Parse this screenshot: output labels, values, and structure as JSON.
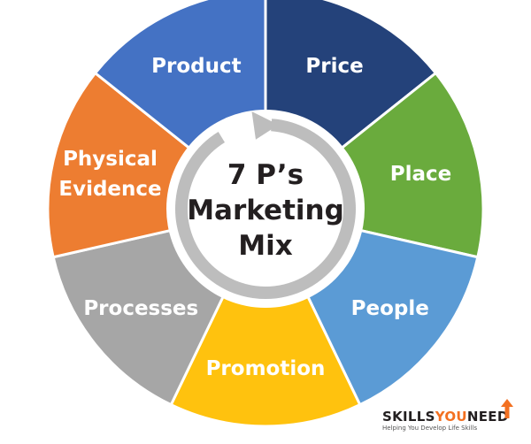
{
  "center": {
    "line1": "7 P’s",
    "line2": "Marketing",
    "line3": "Mix"
  },
  "segments": [
    {
      "label_lines": [
        "Price"
      ],
      "color": "#24427a"
    },
    {
      "label_lines": [
        "Place"
      ],
      "color": "#6aab3d"
    },
    {
      "label_lines": [
        "People"
      ],
      "color": "#5b9bd5"
    },
    {
      "label_lines": [
        "Promotion"
      ],
      "color": "#ffc20e"
    },
    {
      "label_lines": [
        "Processes"
      ],
      "color": "#a6a6a6"
    },
    {
      "label_lines": [
        "Physical",
        "Evidence"
      ],
      "color": "#ed7d31"
    },
    {
      "label_lines": [
        "Product"
      ],
      "color": "#4472c4"
    }
  ],
  "ring_color": "#bdbdbd",
  "logo": {
    "part1": "SKILLS",
    "part2": "YOU",
    "part3": "NEED",
    "tagline": "Helping You Develop Life Skills",
    "accent": "#f37021"
  }
}
